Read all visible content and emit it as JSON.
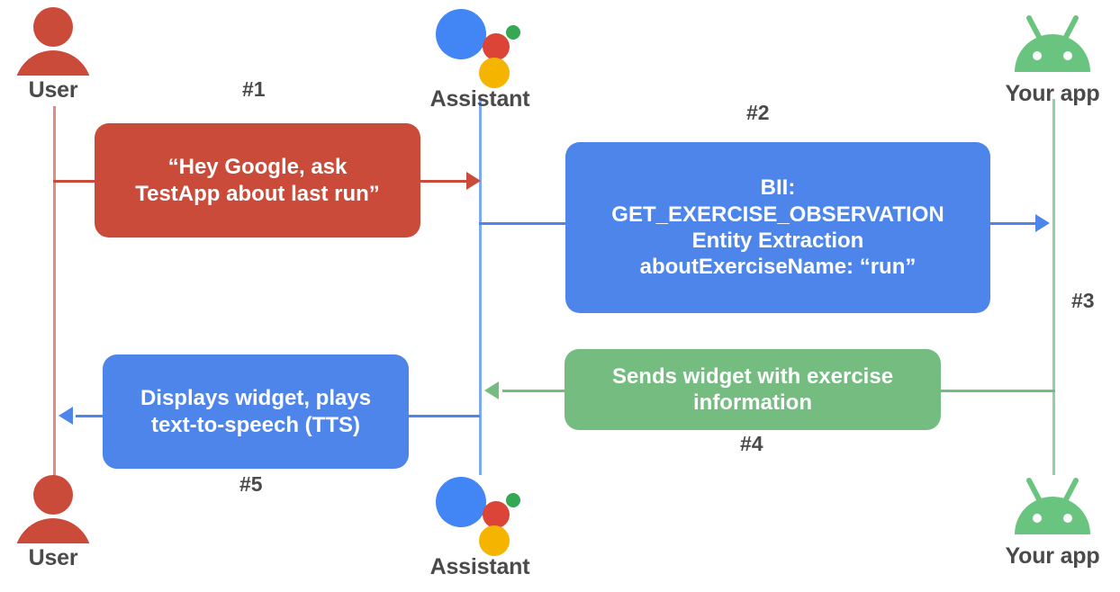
{
  "diagram": {
    "title": "Google Assistant App Actions sequence diagram",
    "colors": {
      "user_red": "#CB4B3B",
      "assistant_blue": "#4E85EB",
      "app_green": "#74BC80",
      "label_gray": "#4a4a4a",
      "android_green": "#68C47E"
    },
    "actors": {
      "user_top": {
        "label": "User",
        "icon": "user-icon"
      },
      "assistant_top": {
        "label": "Assistant",
        "icon": "google-assistant-icon"
      },
      "app_top": {
        "label": "Your app",
        "icon": "android-robot-icon"
      },
      "user_bottom": {
        "label": "User",
        "icon": "user-icon"
      },
      "assistant_bottom": {
        "label": "Assistant",
        "icon": "google-assistant-icon"
      },
      "app_bottom": {
        "label": "Your app",
        "icon": "android-robot-icon"
      }
    },
    "steps": [
      {
        "id": "step-1",
        "number": "#1",
        "text": "“Hey Google, ask\nTestApp about last run”",
        "color": "#CB4B3B",
        "from": "User",
        "to": "Assistant"
      },
      {
        "id": "step-2",
        "number": "#2",
        "text": "BII:\nGET_EXERCISE_OBSERVATION\nEntity Extraction\naboutExerciseName: “run”",
        "color": "#4E85EB",
        "from": "Assistant",
        "to": "Your app"
      },
      {
        "id": "step-3",
        "number": "#3",
        "text": "",
        "color": "#74BC80",
        "from": "Your app",
        "to": "Your app"
      },
      {
        "id": "step-4",
        "number": "#4",
        "text": "Sends widget with exercise\ninformation",
        "color": "#74BC80",
        "from": "Your app",
        "to": "Assistant"
      },
      {
        "id": "step-5",
        "number": "#5",
        "text": "Displays widget, plays\ntext-to-speech (TTS)",
        "color": "#4E85EB",
        "from": "Assistant",
        "to": "User"
      }
    ]
  }
}
